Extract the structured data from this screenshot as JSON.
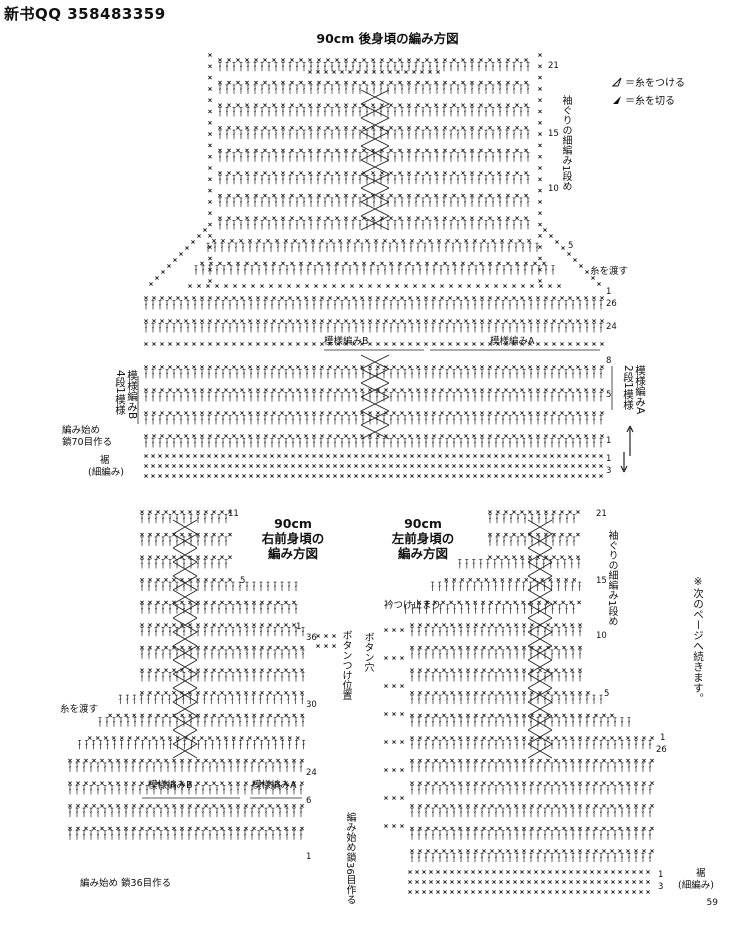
{
  "header": {
    "text": "新书QQ 358483359"
  },
  "legend": {
    "attach": "＝糸をつける",
    "cut": "＝糸を切る",
    "attach_icon": "open-triangle-icon",
    "cut_icon": "filled-triangle-icon"
  },
  "back": {
    "title": "90cm 後身頃の編み方図",
    "armhole_note": "袖ぐりの細編み1段め",
    "thread_note": "糸を渡す",
    "pattern_b": "模様編みB",
    "pattern_a": "模様編みA",
    "left_note_lines": [
      "4",
      "模",
      "段",
      "様",
      "1",
      "編",
      "模",
      "み",
      "様",
      "B"
    ],
    "left_note_a": "4段1模様",
    "left_note_b": "模様編みB",
    "right_note_a": "2段1模様",
    "right_note_b": "模様編みA",
    "start_line1": "編み始め",
    "start_line2": "鎖70目作る",
    "hem_line1": "裾",
    "hem_line2": "(細編み)",
    "rows": [
      "21",
      "15",
      "10",
      "5",
      "1",
      "26",
      "24",
      "8",
      "5",
      "1",
      "1",
      "3"
    ]
  },
  "right_front": {
    "title_line1": "90cm",
    "title_line2": "右前身頃の",
    "title_line3": "編み方図",
    "thread_note": "糸を渡す",
    "button_note": "ボタンつけ位置",
    "pattern_b": "模様編みB",
    "pattern_a": "模様編みA",
    "start_note": "編み始め 鎖36目作る",
    "rows": [
      "11",
      "5",
      "1",
      "36",
      "30",
      "24",
      "6",
      "1"
    ]
  },
  "left_front": {
    "title_line1": "90cm",
    "title_line2": "左前身頃の",
    "title_line3": "編み方図",
    "collar_note": "衿つけ止まり",
    "button_hole": "ボタン穴",
    "armhole_note": "袖ぐりの細編み1段め",
    "start_note": "編み始め鎖36目作る",
    "hem_line1": "裾",
    "hem_line2": "(細編み)",
    "rows": [
      "21",
      "15",
      "10",
      "5",
      "1",
      "26",
      "1",
      "3"
    ]
  },
  "side_note": "※次のページへ続きます。",
  "page_number": "59"
}
